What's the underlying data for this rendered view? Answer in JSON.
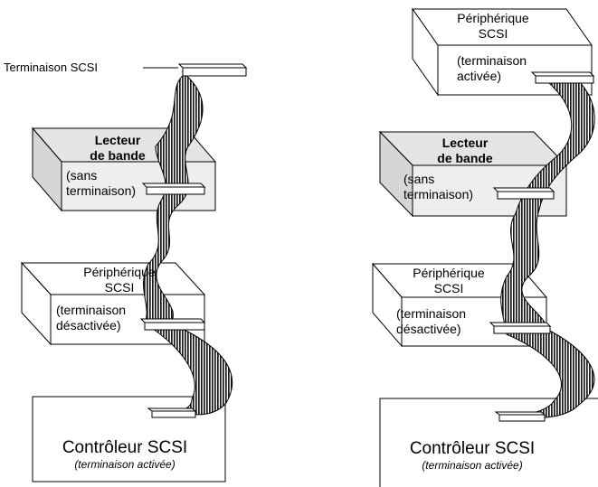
{
  "left": {
    "termination_label": "Terminaison SCSI",
    "tape_drive": {
      "title_line1": "Lecteur",
      "title_line2": "de bande",
      "status_line1": "(sans",
      "status_line2": "terminaison)"
    },
    "device": {
      "title_line1": "Périphérique",
      "title_line2": "SCSI",
      "status_line1": "(terminaison",
      "status_line2": "désactivée)"
    },
    "controller": {
      "title": "Contrôleur SCSI",
      "status": "(terminaison activée)"
    }
  },
  "right": {
    "top_device": {
      "title_line1": "Périphérique",
      "title_line2": "SCSI",
      "status_line1": "(terminaison",
      "status_line2": "activée)"
    },
    "tape_drive": {
      "title_line1": "Lecteur",
      "title_line2": "de bande",
      "status_line1": "(sans",
      "status_line2": "terminaison)"
    },
    "device": {
      "title_line1": "Périphérique",
      "title_line2": "SCSI",
      "status_line1": "(terminaison",
      "status_line2": "désactivée)"
    },
    "controller": {
      "title": "Contrôleur SCSI",
      "status": "(terminaison activée)"
    }
  },
  "colors": {
    "tape_fill": "#e4e4e4",
    "cable": "#1a1a1a",
    "box_fill": "#ffffff",
    "stroke": "#000000"
  }
}
